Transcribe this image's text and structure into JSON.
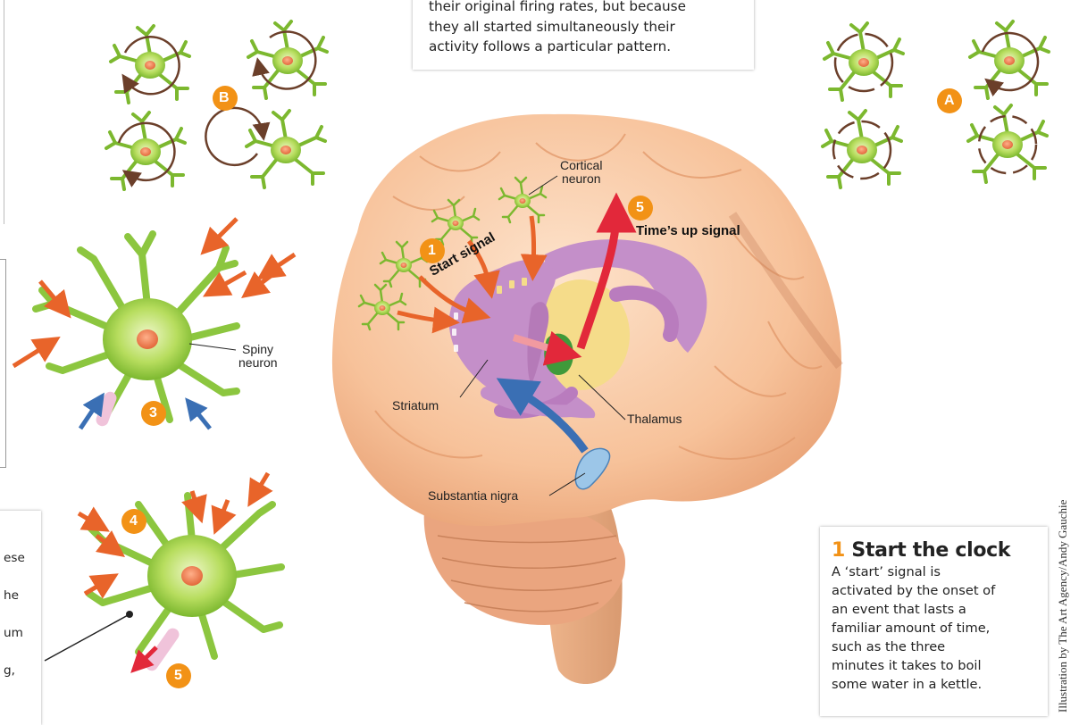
{
  "top_box": {
    "lines": [
      "their original firing rates, but because",
      "they all started simultaneously their",
      "activity follows a particular pattern."
    ]
  },
  "clock_box": {
    "number": "1",
    "title": "Start the clock",
    "lines": [
      "A ‘start’ signal is",
      "activated by the onset of",
      "an event that lasts a",
      "familiar amount of time,",
      "such as the three",
      "minutes it takes to boil",
      "some water in a kettle."
    ]
  },
  "left_box": {
    "fragments": [
      "ese",
      "he",
      "um",
      "g,"
    ]
  },
  "labels": {
    "cortical_neuron": [
      "Cortical",
      "neuron"
    ],
    "spiny_neuron": [
      "Spiny",
      "neuron"
    ],
    "striatum": "Striatum",
    "thalamus": "Thalamus",
    "substantia_nigra": "Substantia nigra",
    "start_signal": "Start signal",
    "times_up_signal": "Time’s up signal"
  },
  "badges": {
    "b": "B",
    "a": "A",
    "one": "1",
    "three": "3",
    "four": "4",
    "five_brain": "5",
    "five_neuron": "5"
  },
  "credit": "Illustration by The Art Agency/Andy Gauchie",
  "colors": {
    "badge": "#f29216",
    "neuron_green": "#8cc63f",
    "brain_skin": "#f7c9a2",
    "striatum_purple": "#c48fc9",
    "thalamus_yellow": "#f5dc8a",
    "arrow_orange": "#e8642a",
    "arrow_red": "#e2283a",
    "arrow_blue": "#3a6fb4"
  }
}
